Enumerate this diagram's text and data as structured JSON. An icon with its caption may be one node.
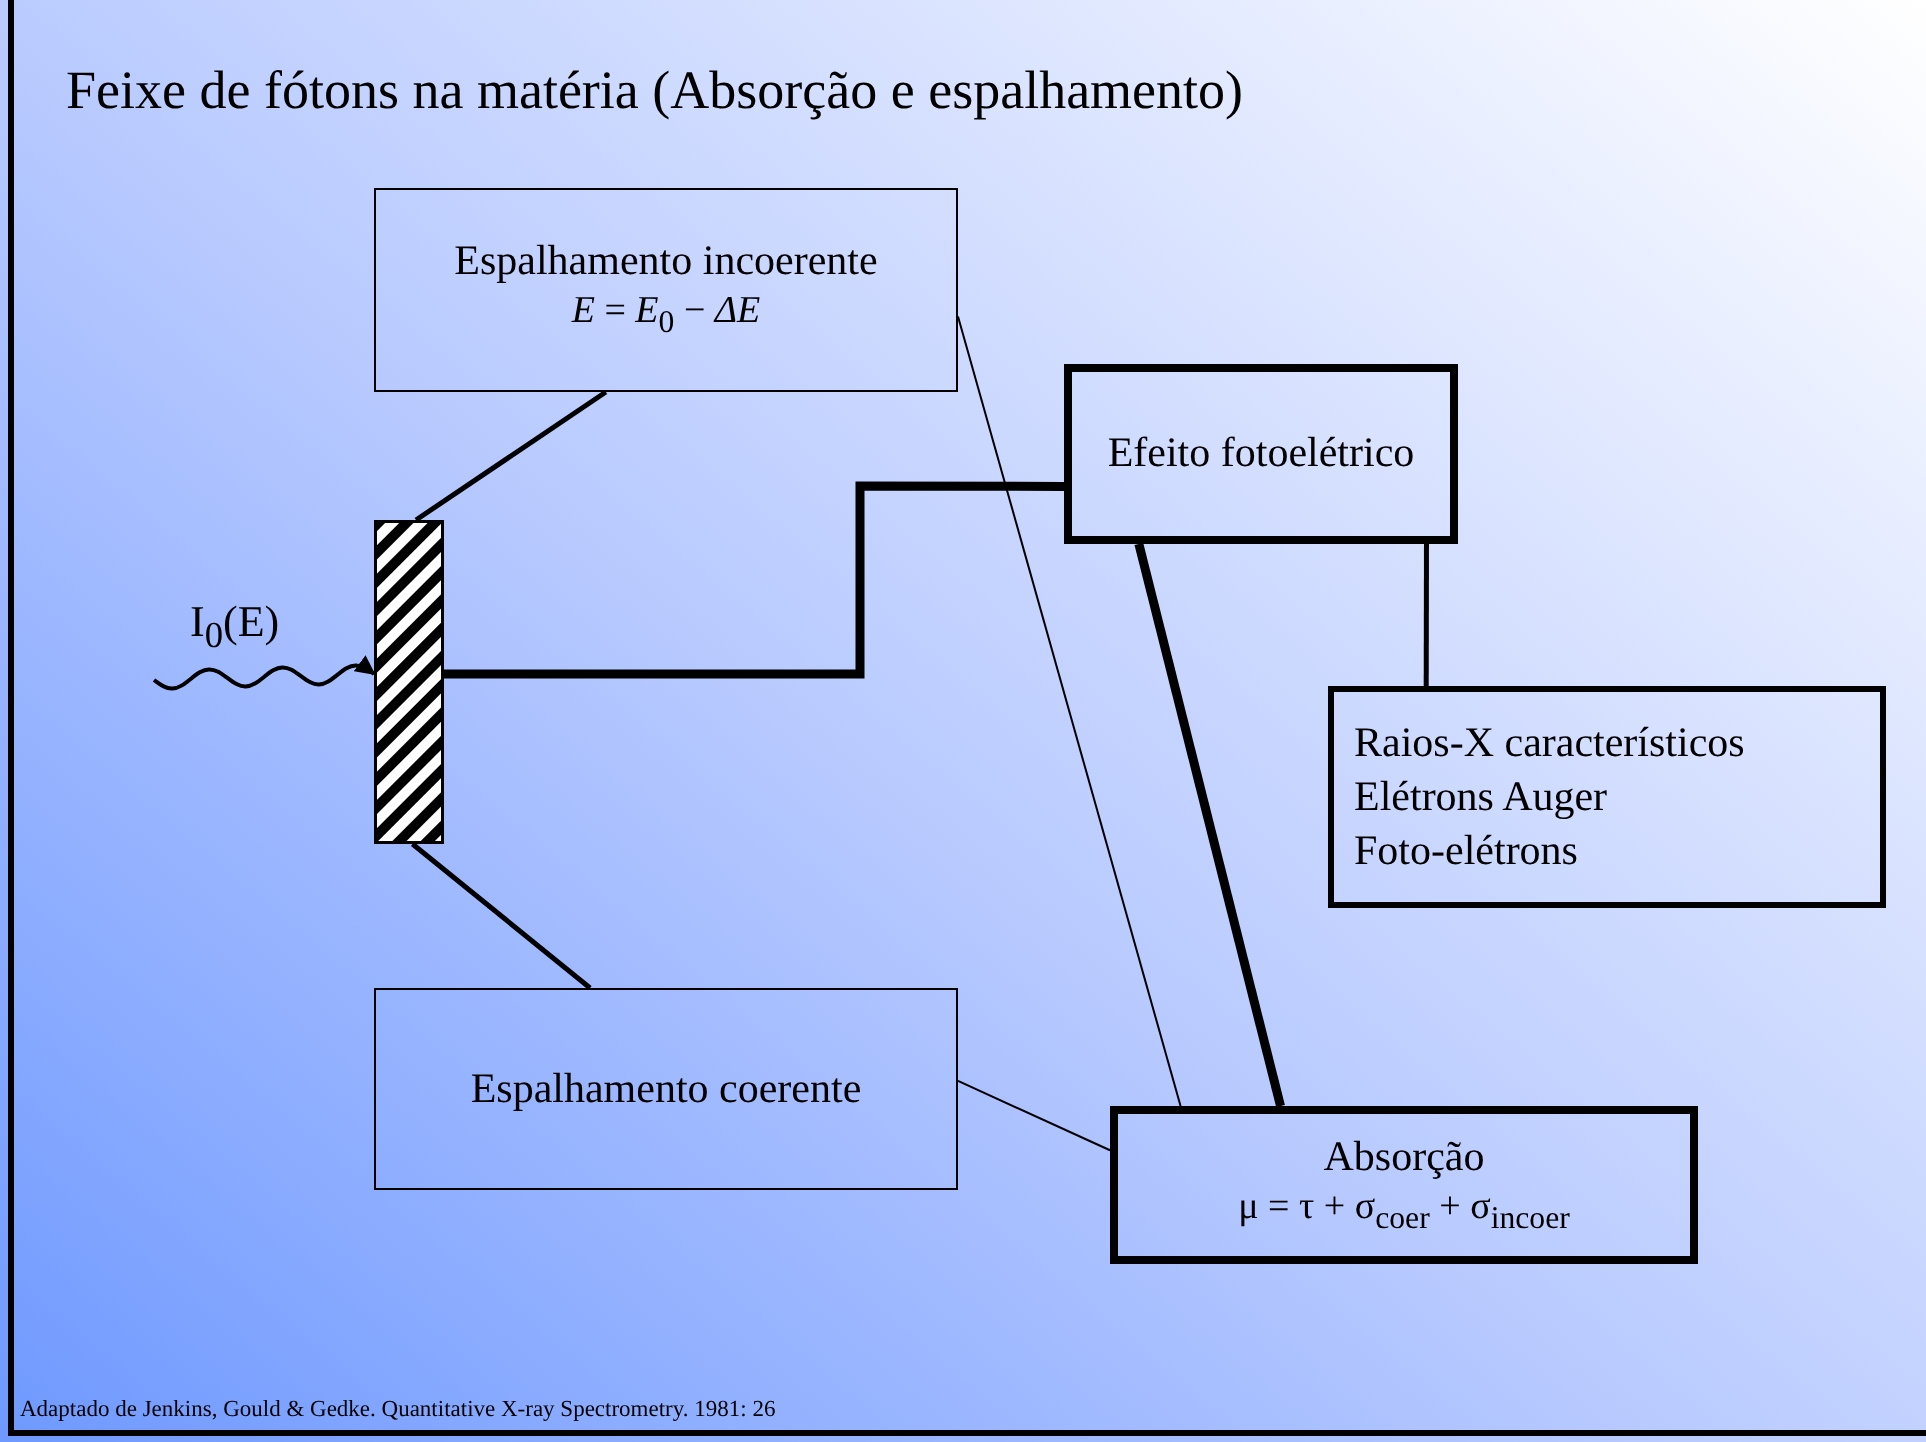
{
  "diagram": {
    "title": "Feixe de fótons na matéria (Absorção e espalhamento)",
    "caption": "Adaptado de Jenkins, Gould & Gedke. Quantitative X-ray Spectrometry. 1981: 26",
    "nodes": [
      {
        "text": [
          "Espalhamento incoerente",
          "*E* = *E*$_{0}$ − *ΔE*"
        ]
      },
      {
        "text": [],
        "shape": "bar"
      },
      {
        "text": [
          "Efeito fotoelétrico"
        ]
      },
      {
        "text": [
          "Raios-X característicos",
          "Elétrons Auger",
          "Foto-elétrons"
        ]
      },
      {
        "text": [
          "Espalhamento coerente"
        ]
      },
      {
        "text": [
          "Absorção",
          "μ = τ + σ$_{coer}$ + σ$_{incoer}$"
        ]
      }
    ],
    "edges": [
      {
        "from": 1,
        "to": 0,
        "arrow": "none"
      },
      {
        "from": 1,
        "to": 2,
        "arrow": "none",
        "style": "thick"
      },
      {
        "from": 1,
        "to": 4,
        "arrow": "none"
      },
      {
        "from": 2,
        "to": 3,
        "arrow": "none"
      },
      {
        "from": 2,
        "to": 5,
        "arrow": "none",
        "style": "thick"
      },
      {
        "from": 0,
        "to": 5,
        "arrow": "none"
      },
      {
        "from": 4,
        "to": 5,
        "arrow": "none"
      },
      {
        "from": null,
        "to": 1,
        "arrow": "to",
        "label": "I$_{0}$(E)"
      }
    ]
  }
}
